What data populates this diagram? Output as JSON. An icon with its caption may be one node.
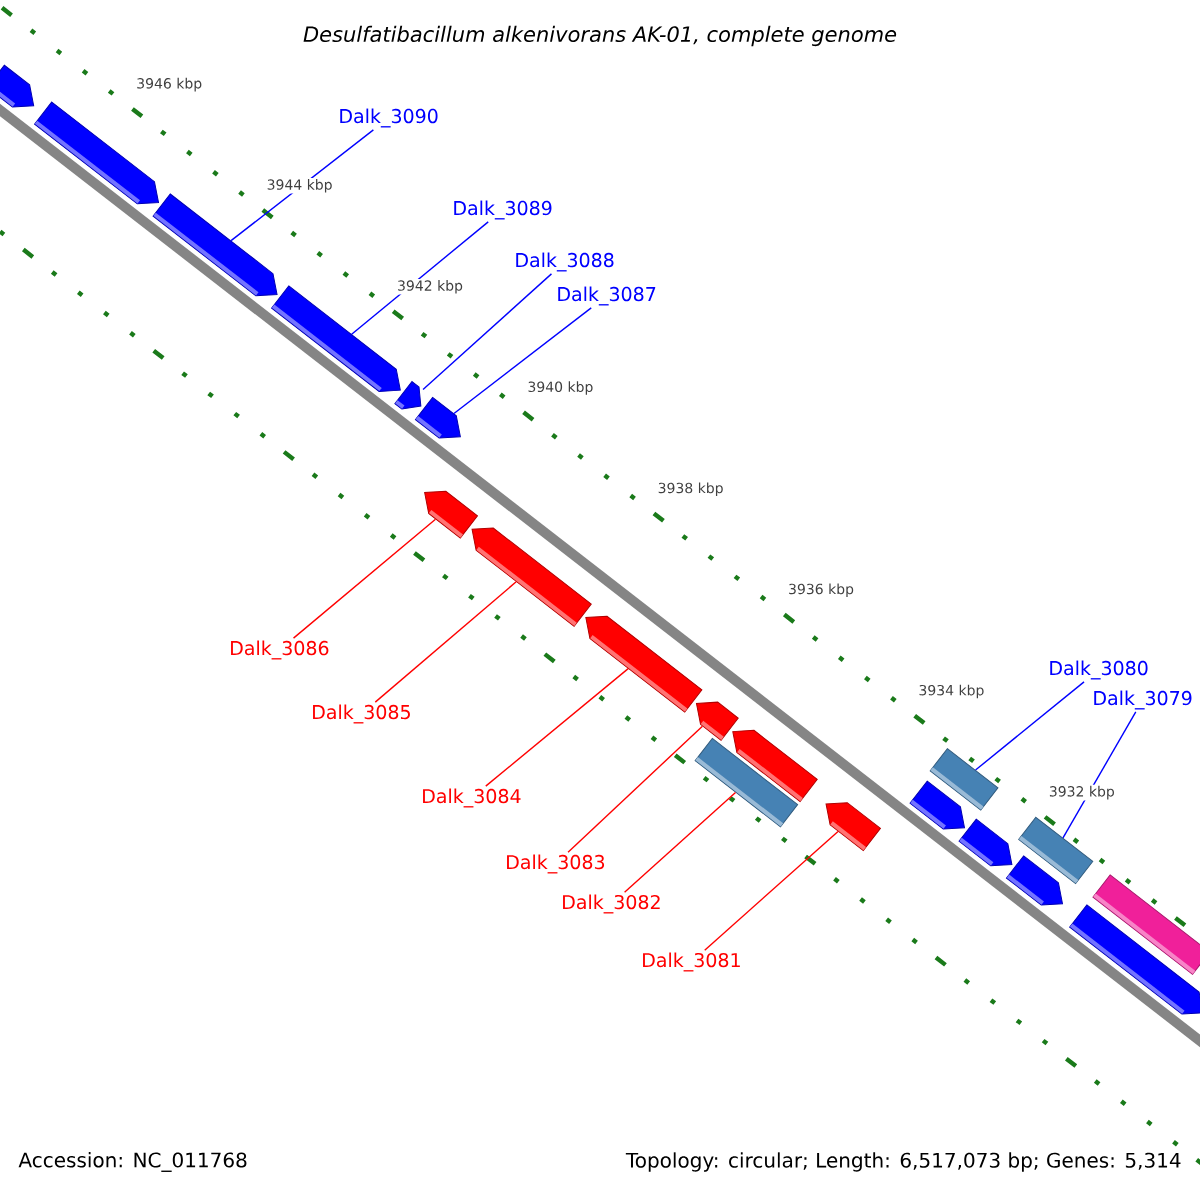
{
  "diagram": {
    "title": "Desulfatibacillum alkenivorans AK-01, complete genome",
    "nodes": [
      {
        "text": [
          "Dalk_3090"
        ]
      },
      {
        "text": [
          "Dalk_3089"
        ]
      },
      {
        "text": [
          "Dalk_3088"
        ]
      },
      {
        "text": [
          "Dalk_3087"
        ]
      },
      {
        "text": [
          "Dalk_3086"
        ]
      },
      {
        "text": [
          "Dalk_3085"
        ]
      },
      {
        "text": [
          "Dalk_3084"
        ]
      },
      {
        "text": [
          "Dalk_3083"
        ]
      },
      {
        "text": [
          "Dalk_3082"
        ]
      },
      {
        "text": [
          "Dalk_3081"
        ]
      },
      {
        "text": [
          "Dalk_3080"
        ]
      },
      {
        "text": [
          "Dalk_3079"
        ]
      },
      {
        "text": [],
        "shape": "arrow"
      },
      {
        "text": [],
        "shape": "arrow"
      },
      {
        "text": [],
        "shape": "arrow"
      },
      {
        "text": [],
        "shape": "arrow"
      },
      {
        "text": [],
        "shape": "arrow"
      },
      {
        "text": [],
        "shape": "arrow"
      },
      {
        "text": [],
        "shape": "arrow"
      },
      {
        "text": [],
        "shape": "arrow"
      },
      {
        "text": [],
        "shape": "arrow"
      },
      {
        "text": [],
        "shape": "arrow"
      },
      {
        "text": [],
        "shape": "arrow"
      },
      {
        "text": [],
        "shape": "bar"
      },
      {
        "text": [],
        "shape": "arrow"
      },
      {
        "text": [],
        "shape": "arrow"
      },
      {
        "text": [],
        "shape": "bar"
      },
      {
        "text": [],
        "shape": "arrow"
      },
      {
        "text": [],
        "shape": "arrow"
      },
      {
        "text": [],
        "shape": "bar"
      },
      {
        "text": [],
        "shape": "bar"
      },
      {
        "text": [],
        "shape": "arrow"
      }
    ],
    "edges": [
      {
        "from": 0,
        "to": 14,
        "arrow": "none",
        "color": "#0000ff"
      },
      {
        "from": 1,
        "to": 15,
        "arrow": "none",
        "color": "#0000ff"
      },
      {
        "from": 2,
        "to": 16,
        "arrow": "none",
        "color": "#0000ff"
      },
      {
        "from": 3,
        "to": 17,
        "arrow": "none",
        "color": "#0000ff"
      },
      {
        "from": 4,
        "to": 18,
        "arrow": "none",
        "color": "#ff0000"
      },
      {
        "from": 5,
        "to": 19,
        "arrow": "none",
        "color": "#ff0000"
      },
      {
        "from": 6,
        "to": 20,
        "arrow": "none",
        "color": "#ff0000"
      },
      {
        "from": 7,
        "to": 21,
        "arrow": "none",
        "color": "#ff0000"
      },
      {
        "from": 8,
        "to": 23,
        "arrow": "none",
        "color": "#ff0000"
      },
      {
        "from": 9,
        "to": 24,
        "arrow": "none",
        "color": "#ff0000"
      },
      {
        "from": 10,
        "to": 26,
        "arrow": "none",
        "color": "#0000ff"
      },
      {
        "from": 11,
        "to": 29,
        "arrow": "none",
        "color": "#0000ff"
      }
    ],
    "labels": [
      "3946 kbp",
      "3944 kbp",
      "3942 kbp",
      "3940 kbp",
      "3938 kbp",
      "3936 kbp",
      "3934 kbp",
      "3932 kbp",
      "Accession: NC_011768",
      "Topology: circular; Length: 6,517,073 bp; Genes: 5,314"
    ]
  }
}
